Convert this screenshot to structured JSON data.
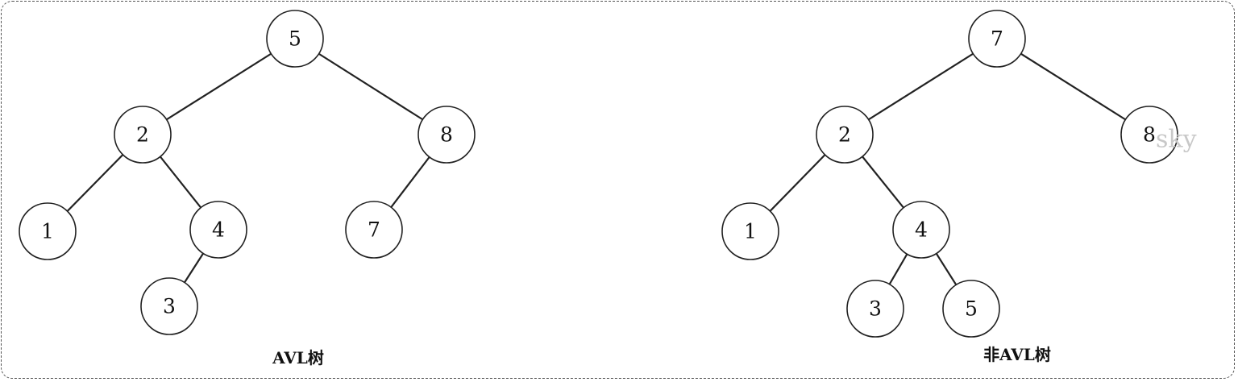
{
  "trees": [
    {
      "caption": "AVL树",
      "nodes": [
        {
          "id": "l5",
          "label": "5"
        },
        {
          "id": "l2",
          "label": "2"
        },
        {
          "id": "l8",
          "label": "8"
        },
        {
          "id": "l1",
          "label": "1"
        },
        {
          "id": "l4",
          "label": "4"
        },
        {
          "id": "l7",
          "label": "7"
        },
        {
          "id": "l3",
          "label": "3"
        }
      ],
      "edges": [
        [
          "l5",
          "l2"
        ],
        [
          "l5",
          "l8"
        ],
        [
          "l2",
          "l1"
        ],
        [
          "l2",
          "l4"
        ],
        [
          "l8",
          "l7"
        ],
        [
          "l4",
          "l3"
        ]
      ]
    },
    {
      "caption": "非AVL树",
      "nodes": [
        {
          "id": "r7",
          "label": "7"
        },
        {
          "id": "r2",
          "label": "2"
        },
        {
          "id": "r8",
          "label": "8"
        },
        {
          "id": "r1",
          "label": "1"
        },
        {
          "id": "r4",
          "label": "4"
        },
        {
          "id": "r3",
          "label": "3"
        },
        {
          "id": "r5",
          "label": "5"
        }
      ],
      "edges": [
        [
          "r7",
          "r2"
        ],
        [
          "r7",
          "r8"
        ],
        [
          "r2",
          "r1"
        ],
        [
          "r2",
          "r4"
        ],
        [
          "r4",
          "r3"
        ],
        [
          "r4",
          "r5"
        ]
      ]
    }
  ],
  "watermark": "sky"
}
